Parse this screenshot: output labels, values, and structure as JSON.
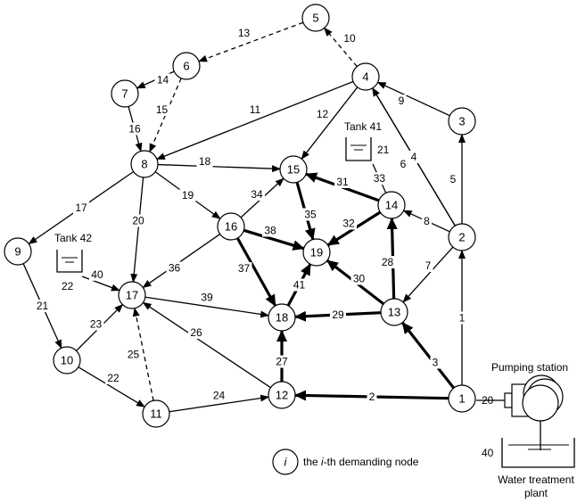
{
  "nodes": [
    {
      "id": "1"
    },
    {
      "id": "2"
    },
    {
      "id": "3"
    },
    {
      "id": "4"
    },
    {
      "id": "5"
    },
    {
      "id": "6"
    },
    {
      "id": "7"
    },
    {
      "id": "8"
    },
    {
      "id": "9"
    },
    {
      "id": "10"
    },
    {
      "id": "11"
    },
    {
      "id": "12"
    },
    {
      "id": "13"
    },
    {
      "id": "14"
    },
    {
      "id": "15"
    },
    {
      "id": "16"
    },
    {
      "id": "17"
    },
    {
      "id": "18"
    },
    {
      "id": "19"
    }
  ],
  "edges": [
    {
      "label": "1",
      "from": "1",
      "to": "2",
      "style": "normal"
    },
    {
      "label": "2",
      "from": "1",
      "to": "12",
      "style": "bold"
    },
    {
      "label": "3",
      "from": "1",
      "to": "13",
      "style": "bold"
    },
    {
      "label": "4",
      "from": "2",
      "to": "4",
      "style": "normal"
    },
    {
      "label": "5",
      "from": "2",
      "to": "3",
      "style": "normal"
    },
    {
      "label": "6",
      "from": "2",
      "to": "4",
      "style": "normal"
    },
    {
      "label": "7",
      "from": "2",
      "to": "13",
      "style": "normal"
    },
    {
      "label": "8",
      "from": "2",
      "to": "14",
      "style": "normal"
    },
    {
      "label": "9",
      "from": "3",
      "to": "4",
      "style": "normal"
    },
    {
      "label": "10",
      "from": "4",
      "to": "5",
      "style": "dashed"
    },
    {
      "label": "11",
      "from": "4",
      "to": "8",
      "style": "normal"
    },
    {
      "label": "12",
      "from": "4",
      "to": "15",
      "style": "normal"
    },
    {
      "label": "13",
      "from": "5",
      "to": "6",
      "style": "dashed"
    },
    {
      "label": "14",
      "from": "6",
      "to": "7",
      "style": "normal"
    },
    {
      "label": "15",
      "from": "6",
      "to": "8",
      "style": "dashed"
    },
    {
      "label": "16",
      "from": "7",
      "to": "8",
      "style": "normal"
    },
    {
      "label": "17",
      "from": "8",
      "to": "9",
      "style": "normal"
    },
    {
      "label": "18",
      "from": "8",
      "to": "15",
      "style": "normal"
    },
    {
      "label": "19",
      "from": "8",
      "to": "16",
      "style": "normal"
    },
    {
      "label": "20",
      "from": "8",
      "to": "17",
      "style": "normal"
    },
    {
      "label": "21",
      "from": "9",
      "to": "10",
      "style": "normal"
    },
    {
      "label": "22",
      "from": "10",
      "to": "11",
      "style": "normal"
    },
    {
      "label": "23",
      "from": "10",
      "to": "17",
      "style": "normal"
    },
    {
      "label": "24",
      "from": "11",
      "to": "12",
      "style": "normal"
    },
    {
      "label": "25",
      "from": "11",
      "to": "17",
      "style": "dashed"
    },
    {
      "label": "26",
      "from": "12",
      "to": "17",
      "style": "normal"
    },
    {
      "label": "27",
      "from": "12",
      "to": "18",
      "style": "bold"
    },
    {
      "label": "28",
      "from": "13",
      "to": "14",
      "style": "bold"
    },
    {
      "label": "29",
      "from": "13",
      "to": "18",
      "style": "bold"
    },
    {
      "label": "30",
      "from": "13",
      "to": "19",
      "style": "bold"
    },
    {
      "label": "31",
      "from": "14",
      "to": "15",
      "style": "bold"
    },
    {
      "label": "32",
      "from": "14",
      "to": "19",
      "style": "bold"
    },
    {
      "label": "33",
      "from": "14",
      "to": "tank41",
      "style": "normal"
    },
    {
      "label": "34",
      "from": "16",
      "to": "15",
      "style": "normal"
    },
    {
      "label": "35",
      "from": "15",
      "to": "19",
      "style": "bold"
    },
    {
      "label": "36",
      "from": "16",
      "to": "17",
      "style": "normal"
    },
    {
      "label": "37",
      "from": "16",
      "to": "18",
      "style": "bold"
    },
    {
      "label": "38",
      "from": "16",
      "to": "19",
      "style": "bold"
    },
    {
      "label": "39",
      "from": "17",
      "to": "18",
      "style": "normal"
    },
    {
      "label": "40",
      "from": "tank42",
      "to": "17",
      "style": "normal"
    },
    {
      "label": "41",
      "from": "18",
      "to": "19",
      "style": "bold"
    }
  ],
  "tanks": [
    {
      "id": "tank41",
      "title": "Tank 41",
      "number": "21"
    },
    {
      "id": "tank42",
      "title": "Tank 42",
      "number": "22"
    }
  ],
  "pumping_station": {
    "title": "Pumping station",
    "pipe_label": "20"
  },
  "treatment_plant": {
    "title_line1": "Water treatment",
    "title_line2": "plant",
    "number": "40"
  },
  "legend": {
    "symbol": "i",
    "text_pre": "the ",
    "text_italic": "i",
    "text_post": "-th demanding node"
  }
}
